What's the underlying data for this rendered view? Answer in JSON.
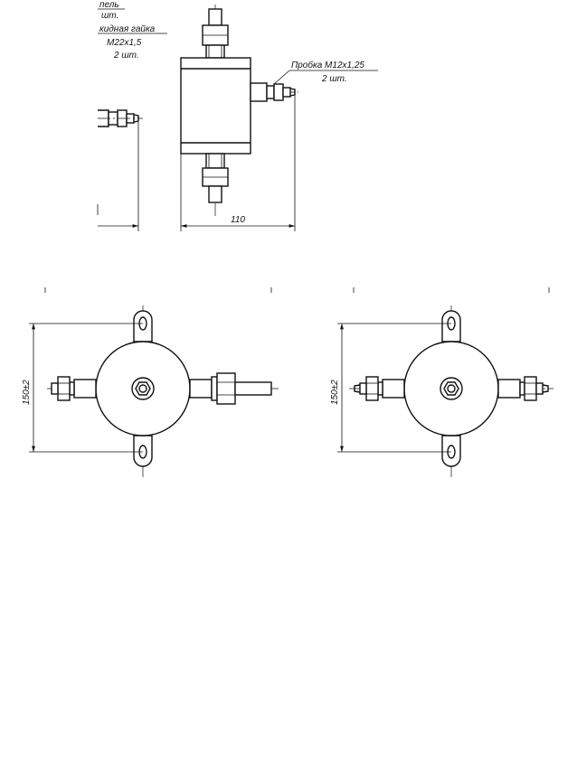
{
  "labels": {
    "nipple_line1": "пель",
    "nipple_line2": "шт.",
    "nut_line1": "кидная гайка",
    "nut_line2": "М22х1,5",
    "nut_line3": "2 шт.",
    "plug_line1": "Пробка М12х1,25",
    "plug_line2": "2 шт."
  },
  "dimensions": {
    "width_top": "110",
    "height_left": "150±2",
    "height_right": "150±2"
  }
}
